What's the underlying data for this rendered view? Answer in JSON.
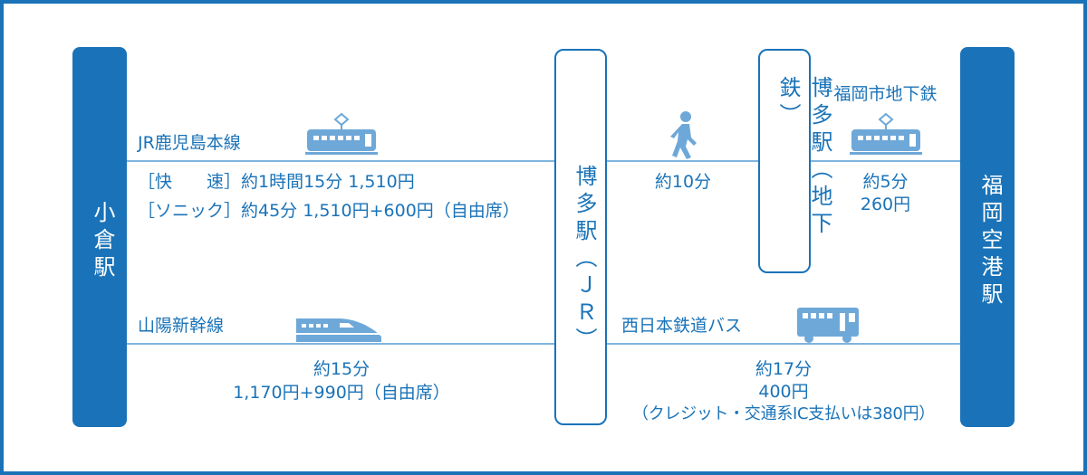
{
  "stations": {
    "kokura": "小倉駅",
    "hakata_jr": "博多駅（ＪＲ）",
    "hakata_subway": "博多駅（地下鉄）",
    "fukuoka_airport": "福岡空港駅"
  },
  "routes": {
    "kagoshima": {
      "name": "JR鹿児島本線",
      "rapid": "［快　　速］約1時間15分  1,510円",
      "sonic": "［ソニック］約45分  1,510円+600円（自由席）"
    },
    "sanyo": {
      "name": "山陽新幹線",
      "time": "約15分",
      "fare": "1,170円+990円（自由席）"
    },
    "walk": {
      "time": "約10分"
    },
    "subway": {
      "name": "福岡市地下鉄",
      "time": "約5分",
      "fare": "260円"
    },
    "bus": {
      "name": "西日本鉄道バス",
      "time": "約17分",
      "fare": "400円",
      "note": "（クレジット・交通系IC支払いは380円）"
    }
  },
  "icons": {
    "train": "train-icon",
    "shinkansen": "shinkansen-icon",
    "walk": "walking-person-icon",
    "bus": "bus-icon"
  },
  "colors": {
    "primary": "#1a73b8",
    "line": "#7fb4de",
    "icon": "#6ea8d8"
  }
}
